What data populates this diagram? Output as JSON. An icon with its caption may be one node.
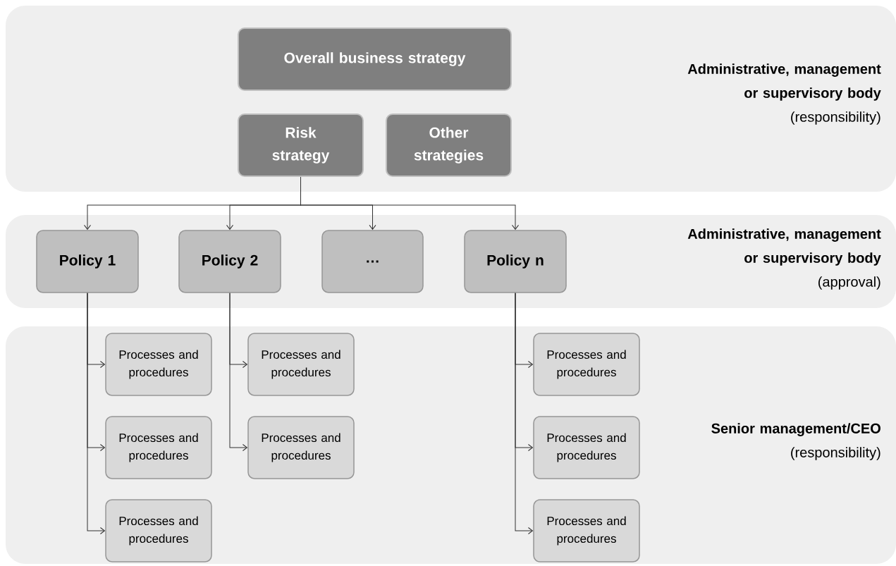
{
  "diagram": {
    "nodes": [
      {
        "text": [
          "Administrative, management or supervisory body",
          "(responsibility)"
        ]
      },
      {
        "text": [
          "Overall business strategy"
        ],
        "in": 0
      },
      {
        "text": [
          "Risk strategy"
        ],
        "in": 0
      },
      {
        "text": [
          "Other strategies"
        ],
        "in": 0
      },
      {
        "text": [
          "Administrative, management or supervisory body",
          "(approval)"
        ]
      },
      {
        "text": [
          "Policy 1"
        ],
        "in": 4
      },
      {
        "text": [
          "Policy 2"
        ],
        "in": 4
      },
      {
        "text": [
          "…"
        ],
        "in": 4
      },
      {
        "text": [
          "Policy n"
        ],
        "in": 4
      },
      {
        "text": [
          "Senior management/CEO",
          "(responsibility)"
        ]
      },
      {
        "text": [
          "Processes and procedures"
        ],
        "in": 9
      },
      {
        "text": [
          "Processes and procedures"
        ],
        "in": 9
      },
      {
        "text": [
          "Processes and procedures"
        ],
        "in": 9
      },
      {
        "text": [
          "Processes and procedures"
        ],
        "in": 9
      },
      {
        "text": [
          "Processes and procedures"
        ],
        "in": 9
      },
      {
        "text": [
          "Processes and procedures"
        ],
        "in": 9
      },
      {
        "text": [
          "Processes and procedures"
        ],
        "in": 9
      },
      {
        "text": [
          "Processes and procedures"
        ],
        "in": 9
      }
    ],
    "edges": [
      {
        "from": 2,
        "to": 5,
        "arrow": "to"
      },
      {
        "from": 2,
        "to": 6,
        "arrow": "to"
      },
      {
        "from": 2,
        "to": 7,
        "arrow": "to"
      },
      {
        "from": 2,
        "to": 8,
        "arrow": "to"
      },
      {
        "from": 5,
        "to": 10,
        "arrow": "to"
      },
      {
        "from": 5,
        "to": 13,
        "arrow": "to"
      },
      {
        "from": 5,
        "to": 16,
        "arrow": "to"
      },
      {
        "from": 6,
        "to": 11,
        "arrow": "to"
      },
      {
        "from": 6,
        "to": 14,
        "arrow": "to"
      },
      {
        "from": 8,
        "to": 12,
        "arrow": "to"
      },
      {
        "from": 8,
        "to": 15,
        "arrow": "to"
      },
      {
        "from": 8,
        "to": 17,
        "arrow": "to"
      }
    ]
  }
}
